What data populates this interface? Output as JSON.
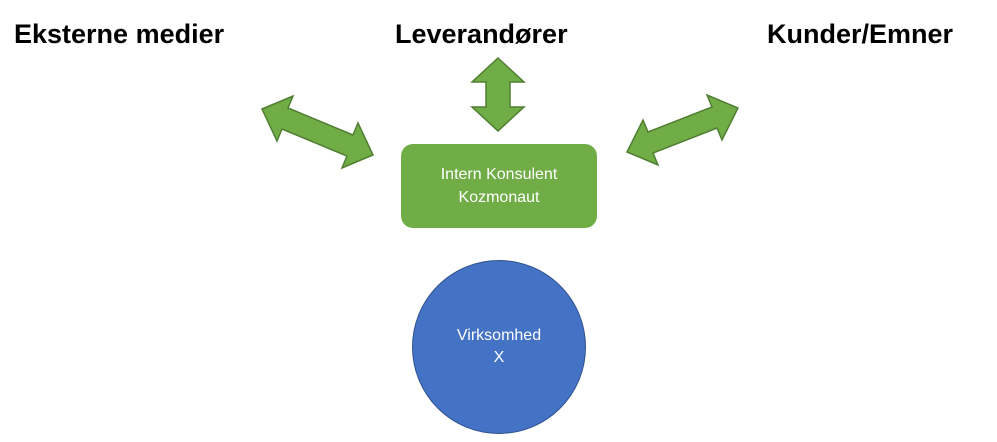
{
  "headings": {
    "left": "Eksterne medier",
    "center": "Leverandører",
    "right": "Kunder/Emner"
  },
  "consultant_box": {
    "line1": "Intern Konsulent",
    "line2": "Kozmonaut"
  },
  "company_circle": {
    "line1": "Virksomhed",
    "line2": "X"
  },
  "colors": {
    "arrow_fill": "#70ad47",
    "arrow_stroke": "#507e32",
    "box_fill": "#70ad47",
    "circle_fill": "#4472c4",
    "circle_stroke": "#2f528f",
    "heading_text": "#000000",
    "node_text": "#ffffff"
  }
}
